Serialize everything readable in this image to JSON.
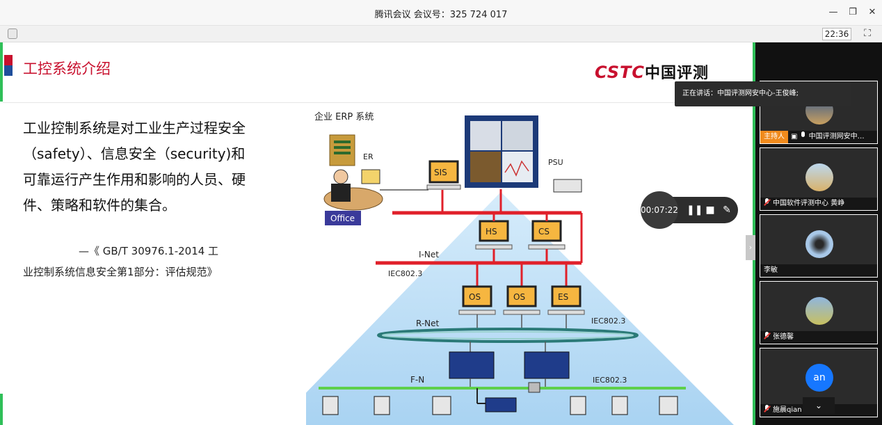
{
  "window": {
    "title": "腾讯会议 会议号：325 724 017",
    "clock": "22:36"
  },
  "slide": {
    "title": "工控系统介绍",
    "brand_latin": "CSTC",
    "brand_cn": "中国评测",
    "body": "工业控制系统是对工业生产过程安全（safety）、信息安全（security)和可靠运行产生作用和影响的人员、硬件、策略和软件的集合。",
    "citation_line1": "—《 GB/T 30976.1-2014 工",
    "citation_line2": "业控制系统信息安全第1部分：评估规范》",
    "diagram": {
      "erp_label": "企业 ERP 系统",
      "er": "ER",
      "office": "Office",
      "sis": "SIS",
      "psu": "PSU",
      "hs": "HS",
      "cs": "CS",
      "inet": "I-Net",
      "iec1": "IEC802.3",
      "os1": "OS",
      "os2": "OS",
      "es": "ES",
      "rnet": "R-Net",
      "iec2": "IEC802.3",
      "fn": "F-N",
      "iec3": "IEC802.3"
    }
  },
  "recording": {
    "elapsed": "00:07:22"
  },
  "speaking": "正在讲话：中国评测网安中心-王俊峰;",
  "participants": [
    {
      "host_tag": "主持人",
      "name": "中国评测网安中…"
    },
    {
      "name": "中国软件评测中心 黄峥"
    },
    {
      "name": "李敏"
    },
    {
      "name": "张德馨"
    },
    {
      "initials": "an",
      "name": "施晨qian"
    }
  ],
  "colors": {
    "accent_red": "#c8102e",
    "accent_blue": "#1f4e9b",
    "edge_green": "#2fbf58",
    "host_orange": "#f08a1c",
    "avatar_blue": "#1677ff"
  }
}
